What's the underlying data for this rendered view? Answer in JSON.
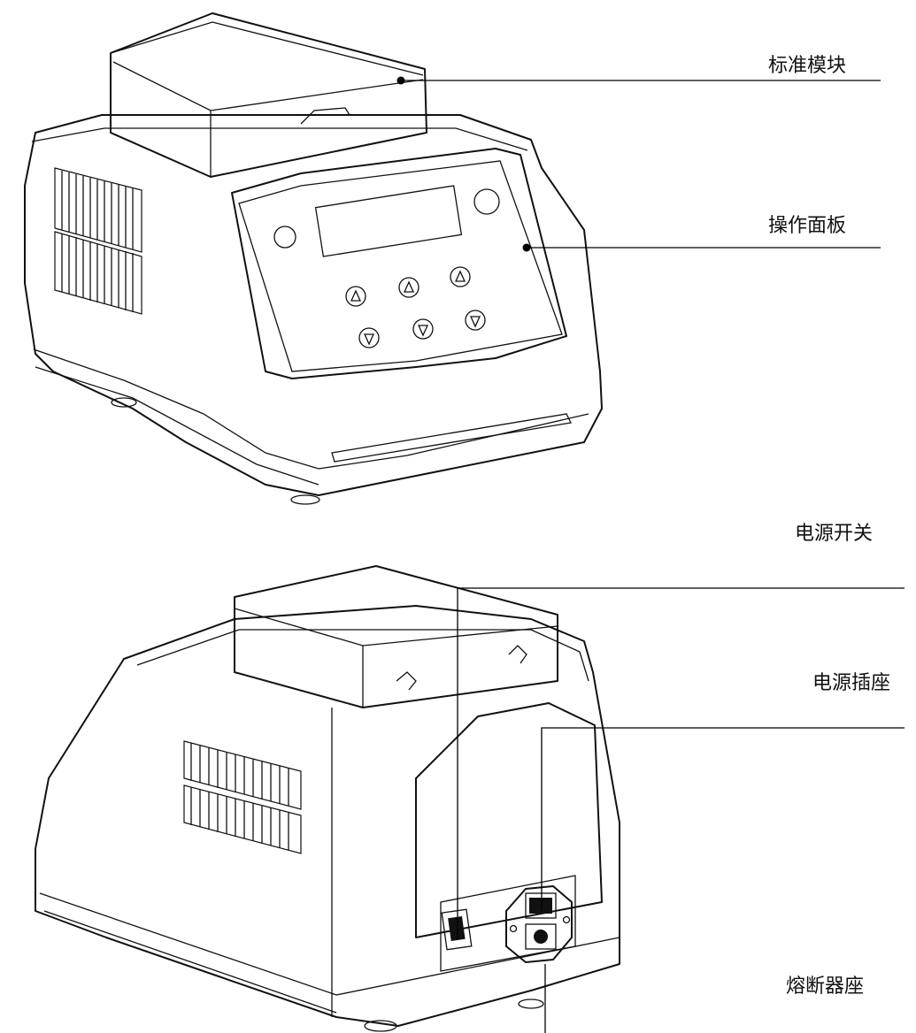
{
  "labels": {
    "standard_module": "标准模块",
    "operation_panel": "操作面板",
    "power_switch": "电源开关",
    "power_socket": "电源插座",
    "fuse_holder": "熔断器座"
  },
  "colors": {
    "line": "#111111",
    "background": "#ffffff",
    "display": "#ffffff"
  },
  "icons": [
    "lcd-display-icon",
    "arrow-up-button-icon",
    "arrow-down-button-icon",
    "power-switch-icon",
    "iec-socket-icon"
  ]
}
